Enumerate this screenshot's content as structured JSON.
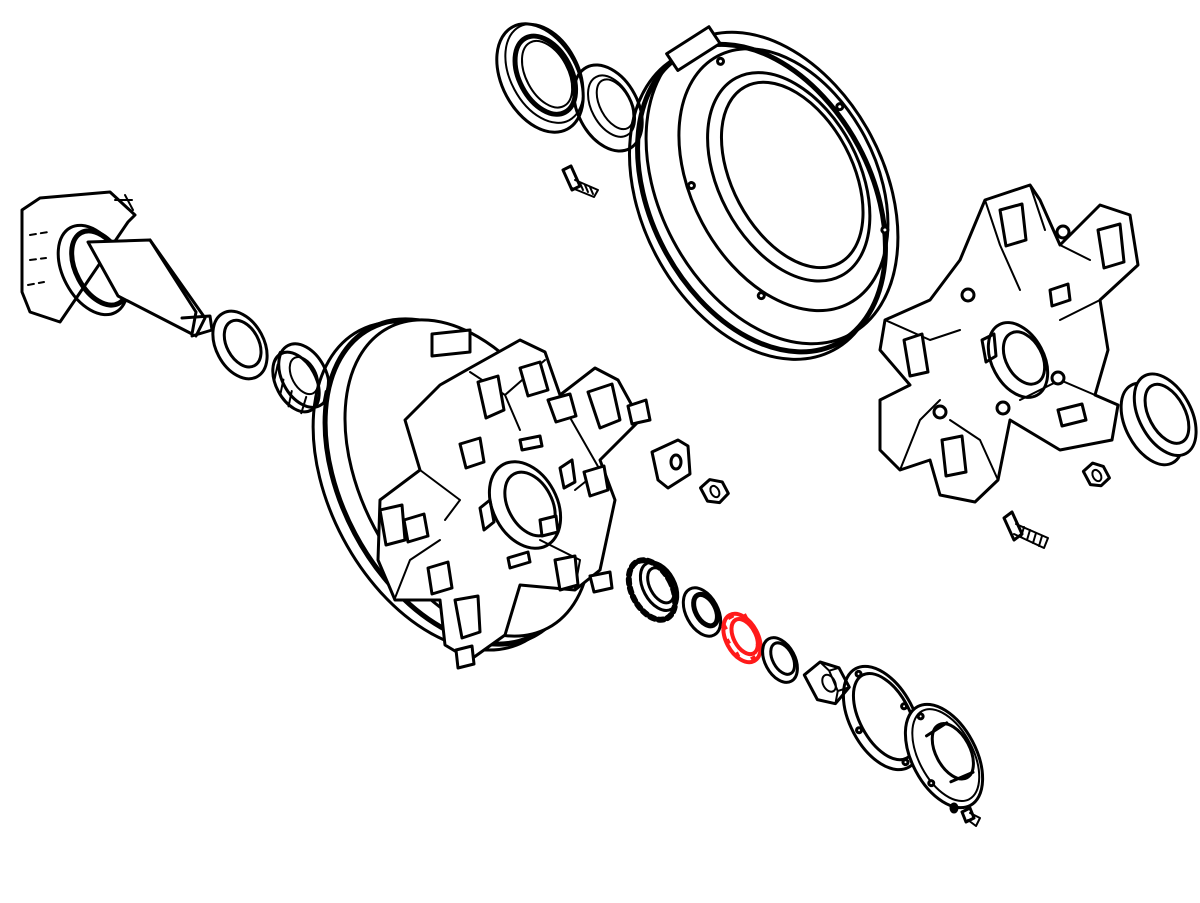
{
  "diagram": {
    "style": "exploded-view line drawing",
    "highlight_color": "#ff1a1a",
    "line_color": "#000000",
    "background": "#ffffff",
    "parts": [
      "oil-seal",
      "outer-bearing-race",
      "wheel-stud",
      "brake-drum",
      "spindle",
      "thrust-washer",
      "inner-tapered-bearing",
      "hub-with-drum",
      "lock-tab",
      "lug-nut",
      "outer-tapered-bearing",
      "d-washer",
      "lock-washer",
      "flat-washer",
      "hex-nut",
      "hub-cap-gasket",
      "hub-cap",
      "cap-screw",
      "wheel-hub",
      "bearing-cup",
      "hub-nut",
      "hub-stud"
    ],
    "highlighted_part": "lock-washer"
  }
}
